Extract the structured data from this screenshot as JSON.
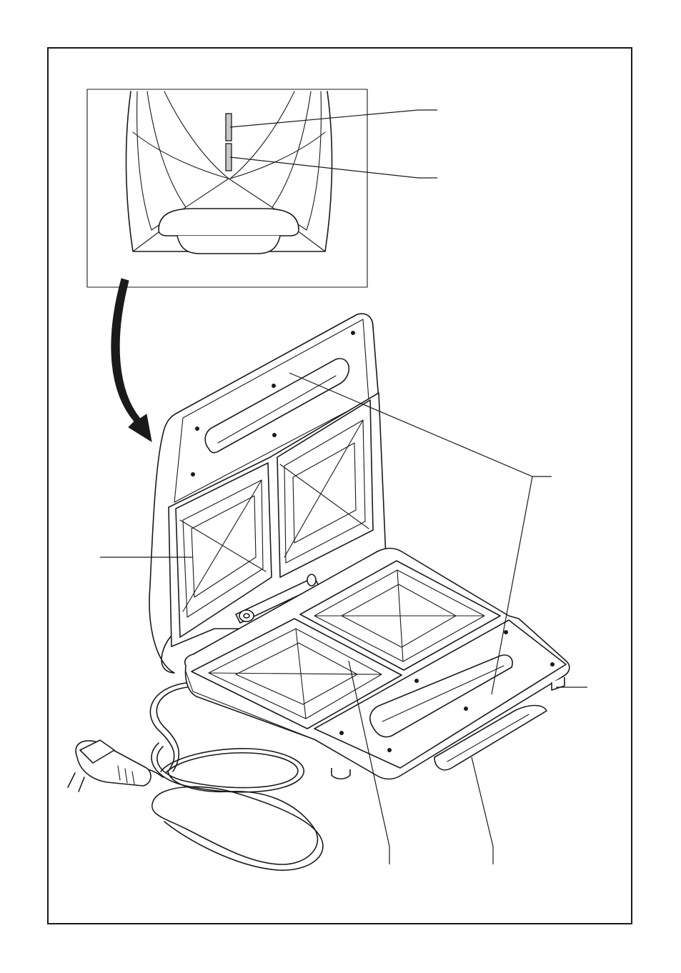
{
  "figure": {
    "kind": "sandwich-maker-parts-diagram",
    "callouts": [
      {
        "id": "indicator-light-upper",
        "label": ""
      },
      {
        "id": "indicator-light-lower",
        "label": ""
      },
      {
        "id": "lid-handle",
        "label": ""
      },
      {
        "id": "upper-hot-plate",
        "label": ""
      },
      {
        "id": "locking-clip",
        "label": ""
      },
      {
        "id": "lower-hot-plate",
        "label": ""
      },
      {
        "id": "cord-storage",
        "label": ""
      }
    ],
    "inset": {
      "shows": "top-view-of-closed-appliance"
    },
    "colors": {
      "line": "#1a1a1a",
      "lamp": "#c8c8c8",
      "background": "#ffffff"
    }
  }
}
